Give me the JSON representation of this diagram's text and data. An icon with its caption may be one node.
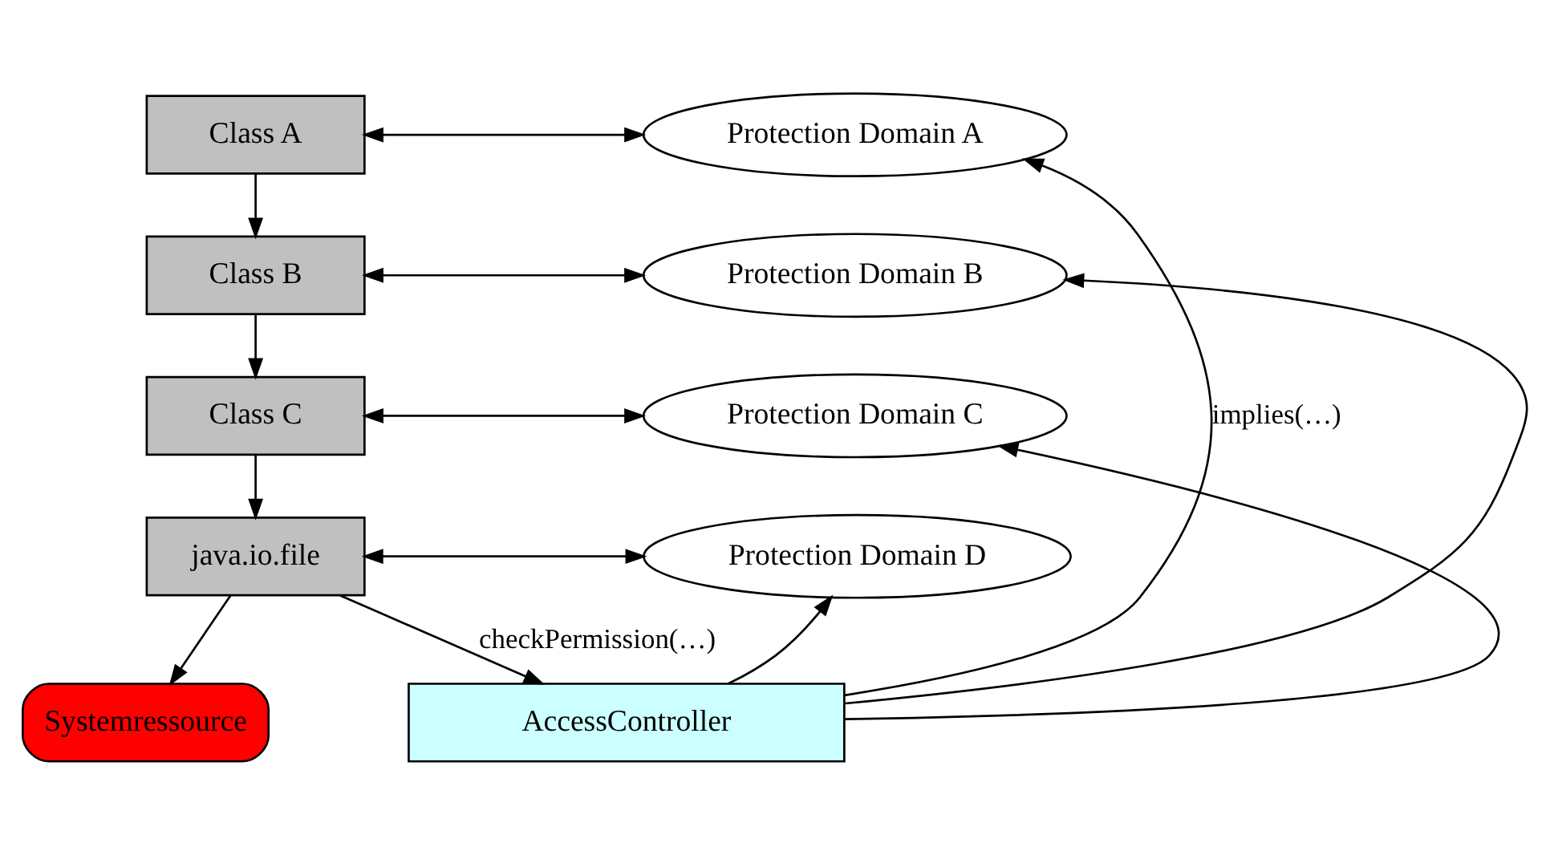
{
  "diagram": {
    "nodes": [
      {
        "text": [
          "Class A"
        ]
      },
      {
        "text": [
          "Class B"
        ]
      },
      {
        "text": [
          "Class C"
        ]
      },
      {
        "text": [
          "java.io.file"
        ]
      },
      {
        "text": [
          "Systemressource"
        ]
      },
      {
        "text": [
          "Protection Domain A"
        ]
      },
      {
        "text": [
          "Protection Domain B"
        ]
      },
      {
        "text": [
          "Protection Domain C"
        ]
      },
      {
        "text": [
          "Protection Domain D"
        ]
      },
      {
        "text": [
          "AccessController"
        ]
      }
    ],
    "edges": [
      {
        "from": 0,
        "to": 1,
        "arrow": "to"
      },
      {
        "from": 1,
        "to": 2,
        "arrow": "to"
      },
      {
        "from": 2,
        "to": 3,
        "arrow": "to"
      },
      {
        "from": 3,
        "to": 4,
        "arrow": "to"
      },
      {
        "from": 0,
        "to": 5,
        "arrow": "both"
      },
      {
        "from": 1,
        "to": 6,
        "arrow": "both"
      },
      {
        "from": 2,
        "to": 7,
        "arrow": "both"
      },
      {
        "from": 3,
        "to": 8,
        "arrow": "both"
      },
      {
        "from": 3,
        "to": 9,
        "arrow": "to",
        "label": "checkPermission(…)"
      },
      {
        "from": 9,
        "to": 5,
        "arrow": "to",
        "label": "implies(…)"
      },
      {
        "from": 9,
        "to": 6,
        "arrow": "to"
      },
      {
        "from": 9,
        "to": 7,
        "arrow": "to"
      },
      {
        "from": 9,
        "to": 8,
        "arrow": "to"
      }
    ]
  }
}
